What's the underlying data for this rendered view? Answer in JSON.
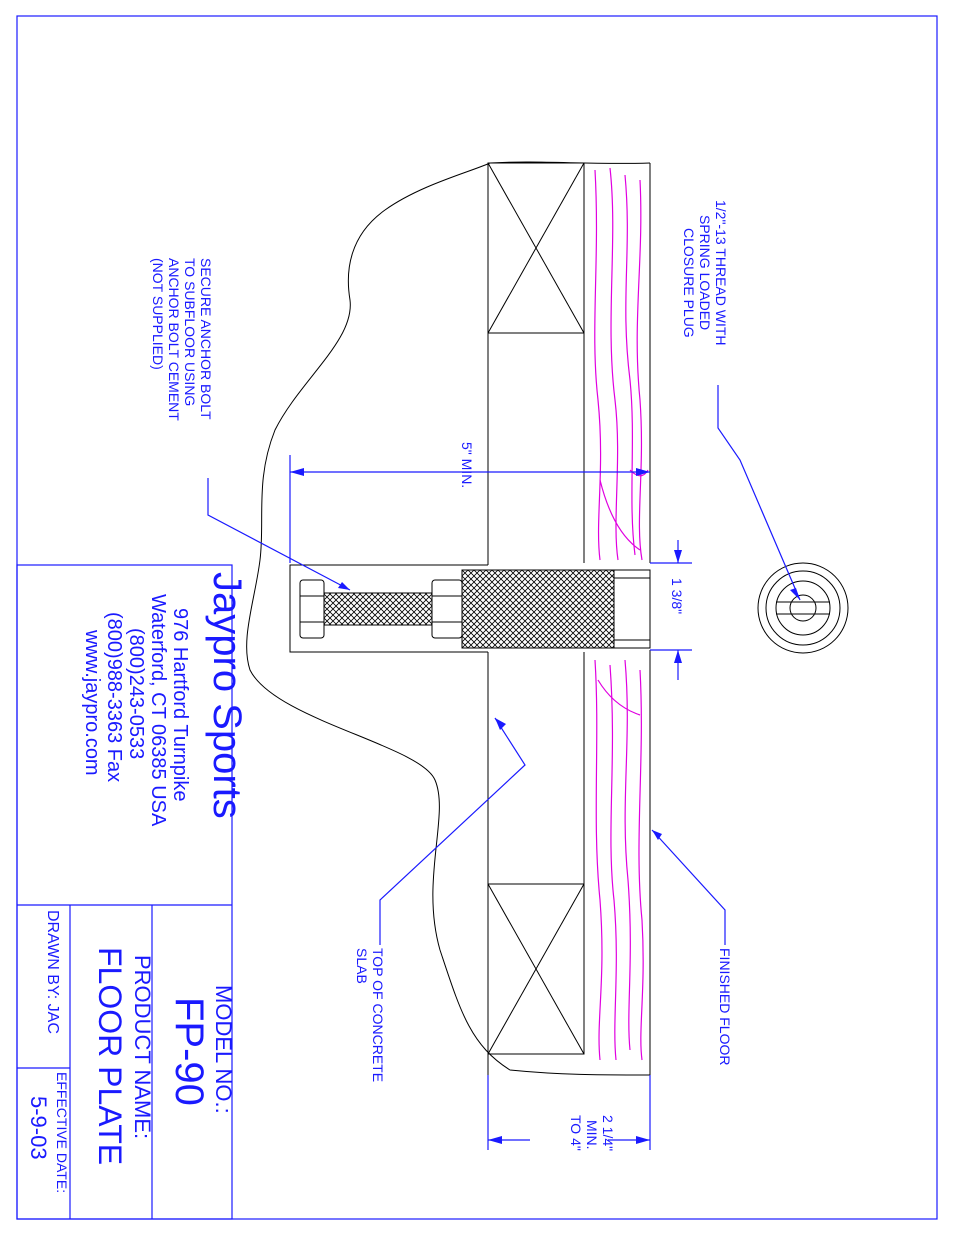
{
  "callouts": {
    "closure_plug": [
      "1/2\"-13 THREAD WITH",
      "SPRING LOADED",
      "CLOSURE PLUG"
    ],
    "anchor_bolt": [
      "SECURE ANCHOR BOLT",
      "TO SUBFLOOR USING",
      "ANCHOR BOLT CEMENT",
      "(NOT SUPPLIED)"
    ],
    "finished_floor": "FINISHED FLOOR",
    "concrete_slab": [
      "TOP OF CONCRETE",
      "SLAB"
    ]
  },
  "dimensions": {
    "min_depth": "5\" MIN.",
    "opening": "1 3/8\"",
    "floor_thickness": [
      "2 1/4\"",
      "MIN.",
      "TO 4\""
    ]
  },
  "company": {
    "name": "Jaypro Sports",
    "address": "976 Hartford Turnpike",
    "city": "Waterford, CT 06385 USA",
    "phone": "(800)243-0533",
    "fax": "(800)988-3363 Fax",
    "web": "www.jaypro.com"
  },
  "title_block": {
    "model_label": "MODEL NO.:",
    "model_value": "FP-90",
    "product_label": "PRODUCT NAME:",
    "product_value": "FLOOR PLATE",
    "drawn_by": "DRAWN BY: JAC",
    "effective_label": "EFFECTIVE DATE:",
    "effective_value": "5-9-03"
  },
  "colors": {
    "line": "#1a1aff",
    "drawing": "#000000",
    "wood_grain": "#e000e0"
  }
}
